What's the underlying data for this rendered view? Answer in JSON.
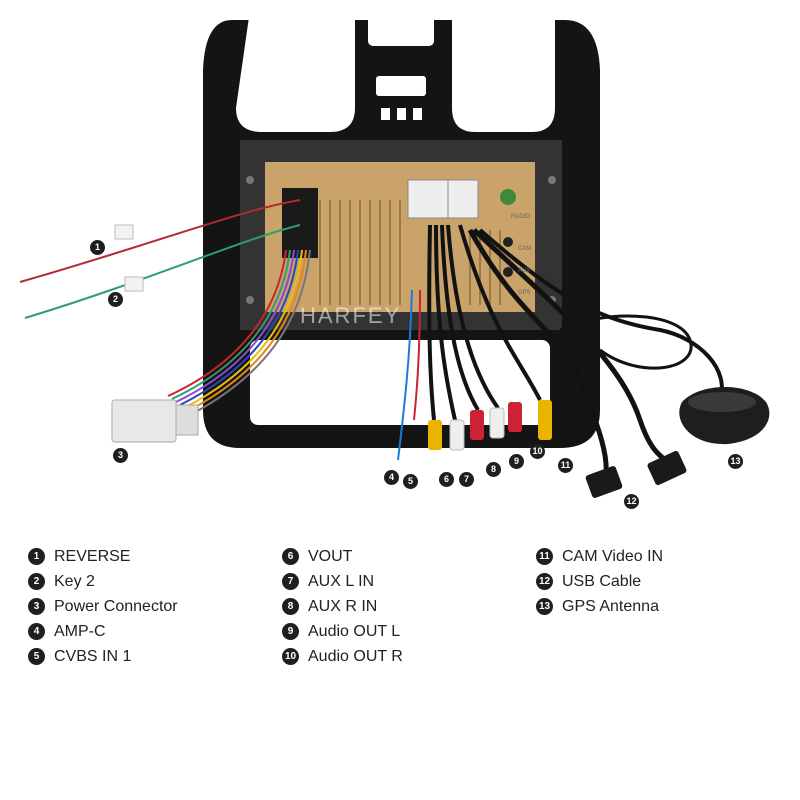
{
  "watermark": "HARFEY",
  "panel_labels": {
    "radio": "RADIO",
    "cam": "CAM",
    "aux": "AUX",
    "gps": "GPS"
  },
  "colors": {
    "frame": "#121212",
    "unit_back": "#c9a36a",
    "wire_red": "#b22a34",
    "wire_green": "#2f9e6e",
    "rca_red": "#cc2233",
    "rca_yellow": "#e8b400",
    "rca_white": "#eeeeee"
  },
  "callouts": [
    {
      "num": "1"
    },
    {
      "num": "2"
    },
    {
      "num": "3"
    },
    {
      "num": "4"
    },
    {
      "num": "5"
    },
    {
      "num": "6"
    },
    {
      "num": "7"
    },
    {
      "num": "8"
    },
    {
      "num": "9"
    },
    {
      "num": "10"
    },
    {
      "num": "11"
    },
    {
      "num": "12"
    },
    {
      "num": "13"
    }
  ],
  "legend": {
    "col1": [
      {
        "num": "1",
        "label": "REVERSE"
      },
      {
        "num": "2",
        "label": "Key 2"
      },
      {
        "num": "3",
        "label": "Power Connector"
      },
      {
        "num": "4",
        "label": "AMP-C"
      },
      {
        "num": "5",
        "label": "CVBS IN 1"
      }
    ],
    "col2": [
      {
        "num": "6",
        "label": "VOUT"
      },
      {
        "num": "7",
        "label": "AUX L IN"
      },
      {
        "num": "8",
        "label": "AUX R IN"
      },
      {
        "num": "9",
        "label": "Audio OUT L"
      },
      {
        "num": "10",
        "label": "Audio OUT R"
      }
    ],
    "col3": [
      {
        "num": "11",
        "label": "CAM Video IN"
      },
      {
        "num": "12",
        "label": "USB Cable"
      },
      {
        "num": "13",
        "label": "GPS Antenna"
      }
    ]
  }
}
